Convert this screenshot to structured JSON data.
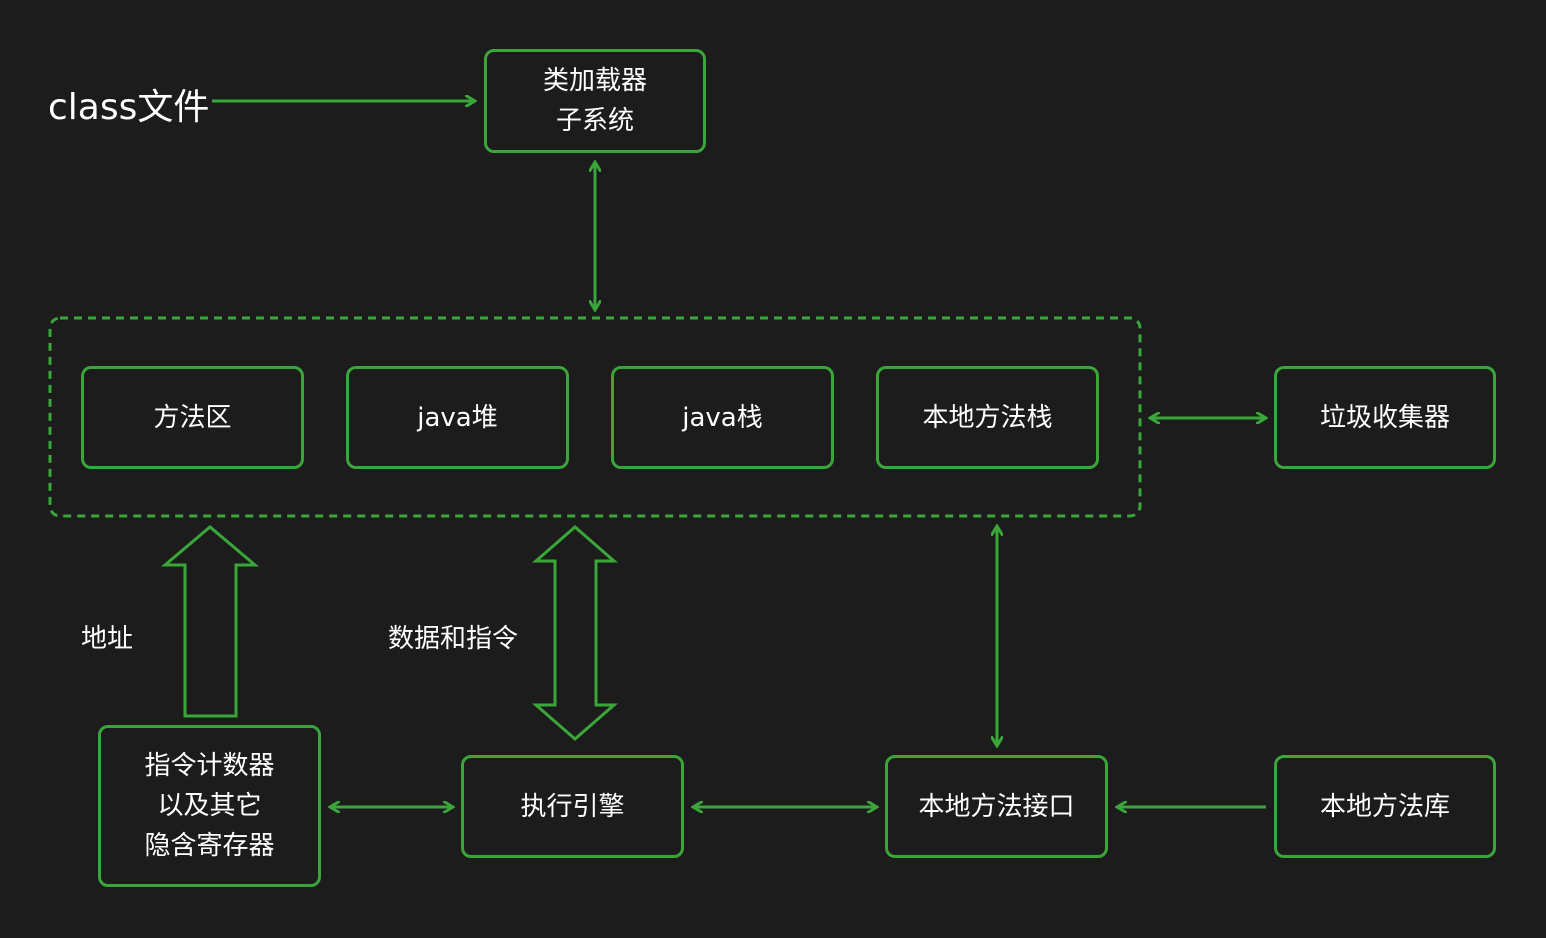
{
  "colors": {
    "background": "#1c1c1c",
    "accent": "#3aa63a",
    "text": "#ffffff"
  },
  "source": {
    "label": "class文件"
  },
  "loader": {
    "label": "类加载器\n子系统"
  },
  "runtime_area": {
    "method_area": "方法区",
    "heap": "java堆",
    "stack": "java栈",
    "native_stack": "本地方法栈"
  },
  "gc": {
    "label": "垃圾收集器"
  },
  "pc": {
    "label": "指令计数器\n以及其它\n隐含寄存器"
  },
  "engine": {
    "label": "执行引擎"
  },
  "native_interface": {
    "label": "本地方法接口"
  },
  "native_library": {
    "label": "本地方法库"
  },
  "edge_labels": {
    "address": "地址",
    "data_and_instructions": "数据和指令"
  }
}
